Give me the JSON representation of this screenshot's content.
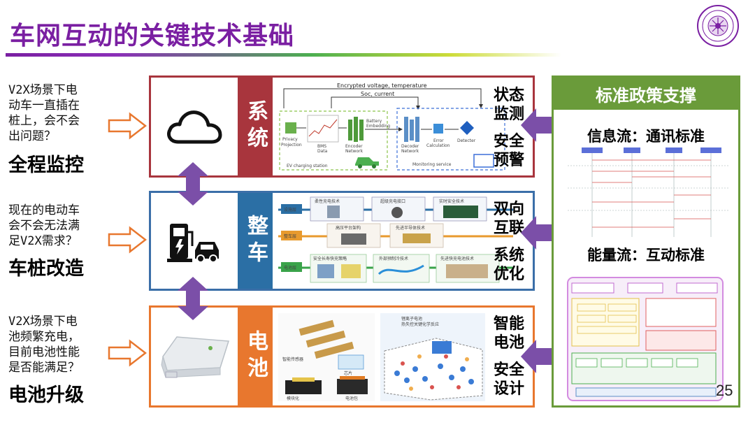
{
  "title": "车网互动的关键技术基础",
  "page_number": "25",
  "left": {
    "q1_lines": [
      "V2X场景下电",
      "动车一直插在",
      "桩上，会不会",
      "出问题？"
    ],
    "a1": "全程监控",
    "q2_lines": [
      "现在的电动车",
      "会不会无法满",
      "足V2X需求？"
    ],
    "a2": "车桩改造",
    "q3_lines": [
      "V2X场景下电",
      "池频繁充电，",
      "目前电池性能",
      "是否能满足？"
    ],
    "a3": "电池升级"
  },
  "panels": {
    "system": {
      "label": "系统",
      "right_1": [
        "状态",
        "监测"
      ],
      "right_2": [
        "安全",
        "预警"
      ],
      "diagram": {
        "top_label": "Encrypted voltage, temperature",
        "soc_label": "Soc, current",
        "privacy": "Privacy",
        "projection": "Projection",
        "bms": "BMS",
        "bms_data": "Data",
        "encoder": "Encoder",
        "encoder_net": "Network",
        "battery": "Battery",
        "embedding": "Embedding",
        "decoder": "Decoder",
        "decoder_net": "Network",
        "error": "Error",
        "calc": "Calculation",
        "detecter": "Detecter",
        "ev_station": "EV charging station",
        "monitoring": "Monitoring service"
      }
    },
    "vehicle": {
      "label": "整车",
      "right_1": [
        "双向",
        "互联"
      ],
      "right_2": [
        "系统",
        "优化"
      ],
      "rows": [
        {
          "tag": "设施层",
          "items": [
            "柔性充电技术",
            "超级充电接口",
            "实时安全技术"
          ]
        },
        {
          "tag": "整车层",
          "items": [
            "高压平台架构",
            "先进半导体技术"
          ]
        },
        {
          "tag": "电池层",
          "items": [
            "安全长寿快充策略",
            "外部预制冷技术",
            "先进快充电池技术"
          ]
        }
      ]
    },
    "battery": {
      "label": "电池",
      "right_1": [
        "智能",
        "电池"
      ],
      "right_2": [
        "安全",
        "设计"
      ],
      "captions": {
        "sensor": "智能传感器",
        "chip": "芯片",
        "pack": "电池包",
        "module": "模块化",
        "lithium": [
          "锂离子电池",
          "热失控关键化学反应"
        ]
      }
    }
  },
  "policy": {
    "header": "标准政策支撑",
    "info_flow": "信息流：通讯标准",
    "energy_flow": "能量流：互动标准"
  },
  "colors": {
    "title": "#7a1fa2",
    "system": "#a8353d",
    "vehicle": "#2b6fa5",
    "battery": "#e8772e",
    "policy": "#6a9b3a",
    "arrow": "#7b4fa8"
  },
  "icons": {
    "logo": "university-seal",
    "system": "cloud-icon",
    "vehicle": "charging-station-icon",
    "battery": "battery-cell-icon"
  }
}
